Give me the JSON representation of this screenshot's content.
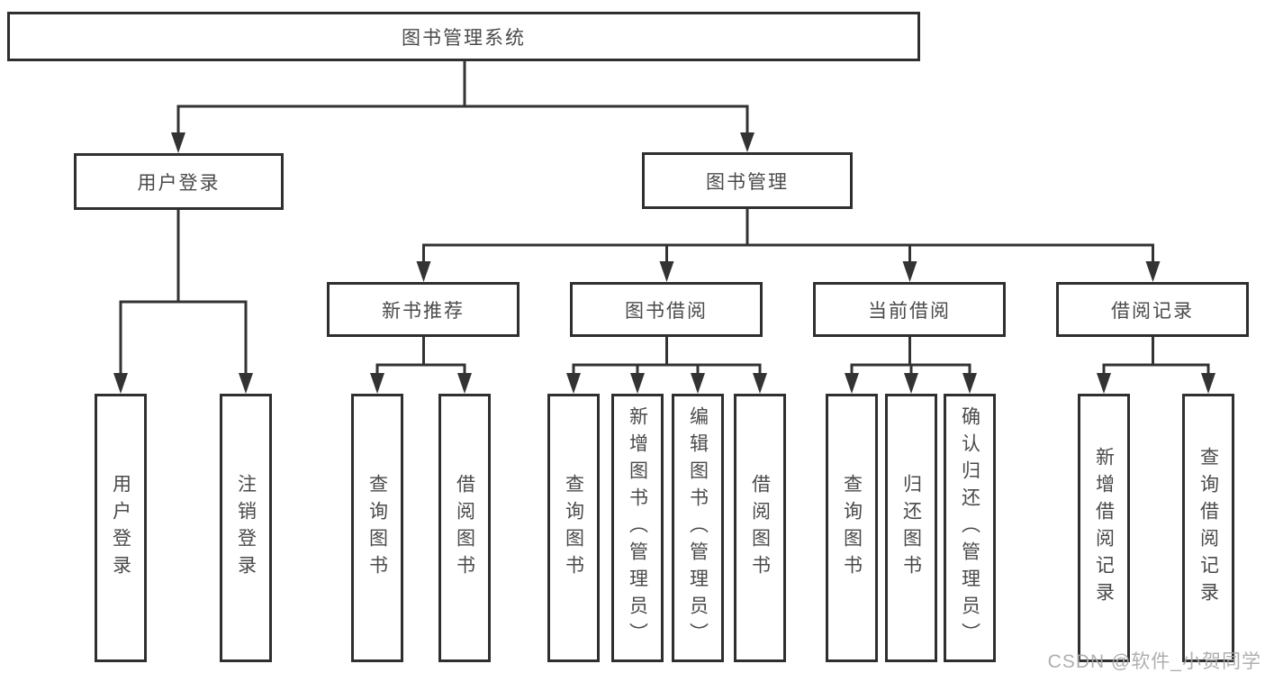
{
  "tree": {
    "root": {
      "label": "图书管理系统"
    },
    "branches": [
      {
        "label": "用户登录",
        "children": [
          {
            "label": "用户登录"
          },
          {
            "label": "注销登录"
          }
        ]
      },
      {
        "label": "图书管理",
        "children": [
          {
            "label": "新书推荐",
            "children": [
              {
                "label": "查询图书"
              },
              {
                "label": "借阅图书"
              }
            ]
          },
          {
            "label": "图书借阅",
            "children": [
              {
                "label": "查询图书"
              },
              {
                "label": "新增图书（管理员）"
              },
              {
                "label": "编辑图书（管理员）"
              },
              {
                "label": "借阅图书"
              }
            ]
          },
          {
            "label": "当前借阅",
            "children": [
              {
                "label": "查询图书"
              },
              {
                "label": "归还图书"
              },
              {
                "label": "确认归还（管理员）"
              }
            ]
          },
          {
            "label": "借阅记录",
            "children": [
              {
                "label": "新增借阅记录"
              },
              {
                "label": "查询借阅记录"
              }
            ]
          }
        ]
      }
    ]
  },
  "watermark": {
    "text": "CSDN @软件_小贺同学"
  },
  "colors": {
    "line": "#333333",
    "box_border": "#2f2f2f",
    "text": "#4a4a4a",
    "background": "#ffffff",
    "watermark": "#a8a8a8"
  }
}
